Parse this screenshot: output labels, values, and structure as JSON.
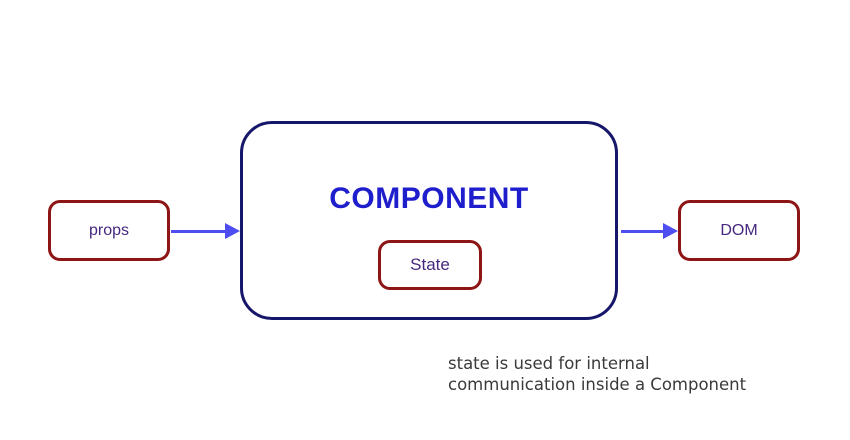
{
  "diagram": {
    "component_box": {
      "label": "COMPONENT"
    },
    "props_box": {
      "label": "props"
    },
    "state_box": {
      "label": "State"
    },
    "dom_box": {
      "label": "DOM"
    },
    "caption": {
      "line1": "state is used for internal",
      "line2": "communication inside a Component"
    },
    "colors": {
      "background": "#ffffff",
      "box_border_red": "#8d1515",
      "component_border_navy": "#16166b",
      "component_text_blue": "#1e1ecd",
      "label_text_purple": "#46287e",
      "arrow_blue": "#4d4df0",
      "caption_gray": "#3a3a3a"
    }
  }
}
